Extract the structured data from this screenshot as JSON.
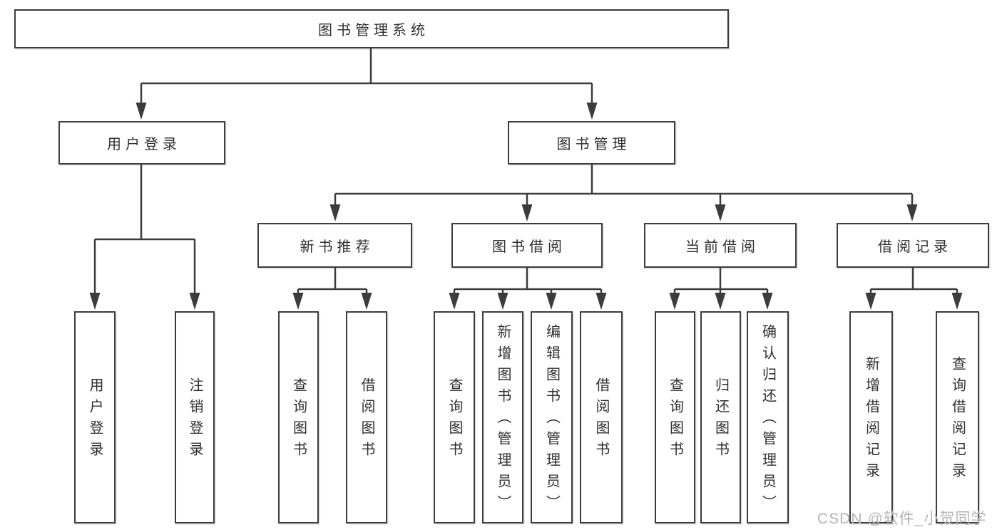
{
  "diagram": {
    "title": "图书管理系统",
    "nodes": {
      "root": "图书管理系统",
      "user_login": "用户登录",
      "book_management": "图书管理",
      "new_book_recommend": "新书推荐",
      "book_borrow": "图书借阅",
      "current_borrow": "当前借阅",
      "borrow_records": "借阅记录"
    },
    "leaves": {
      "user": [
        "用户登录",
        "注销登录"
      ],
      "recommend": [
        "查询图书",
        "借阅图书"
      ],
      "borrow": [
        "查询图书",
        "新增图书（管理员）",
        "编辑图书（管理员）",
        "借阅图书"
      ],
      "current": [
        "查询图书",
        "归还图书",
        "确认归还（管理员）"
      ],
      "records": [
        "新增借阅记录",
        "查询借阅记录"
      ]
    },
    "hierarchy": {
      "图书管理系统": {
        "用户登录": [
          "用户登录",
          "注销登录"
        ],
        "图书管理": {
          "新书推荐": [
            "查询图书",
            "借阅图书"
          ],
          "图书借阅": [
            "查询图书",
            "新增图书（管理员）",
            "编辑图书（管理员）",
            "借阅图书"
          ],
          "当前借阅": [
            "查询图书",
            "归还图书",
            "确认归还（管理员）"
          ],
          "借阅记录": [
            "新增借阅记录",
            "查询借阅记录"
          ]
        }
      }
    }
  },
  "watermark": "CSDN @软件_小贺同学",
  "colors": {
    "line": "#3c3c3c",
    "box_border": "#3c3c3c",
    "text": "#2f2f2f",
    "watermark": "#b4b4b4",
    "background": "#ffffff"
  }
}
